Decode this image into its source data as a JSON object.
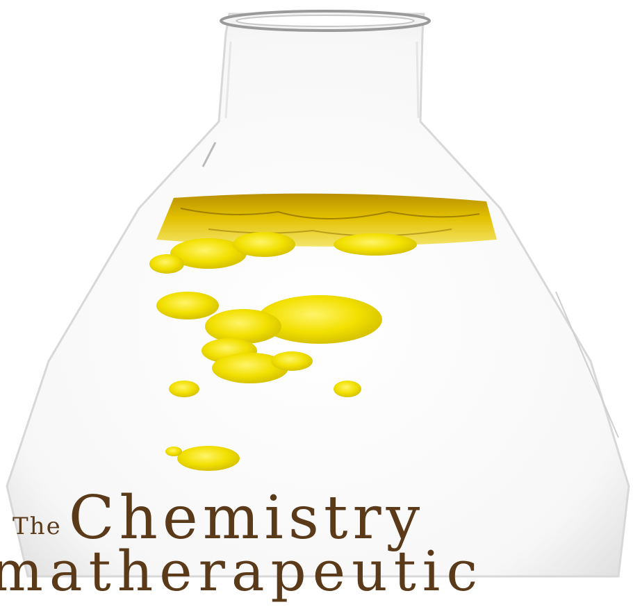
{
  "cover": {
    "title_small": "The",
    "title_big": "Chemistry",
    "title_line2": "matherapeutic"
  },
  "colors": {
    "title_brown": "#5b3a1a",
    "liquid_yellow": "#f2e000",
    "liquid_amber": "#c9a200",
    "glass_edge": "#9a9a9a"
  }
}
